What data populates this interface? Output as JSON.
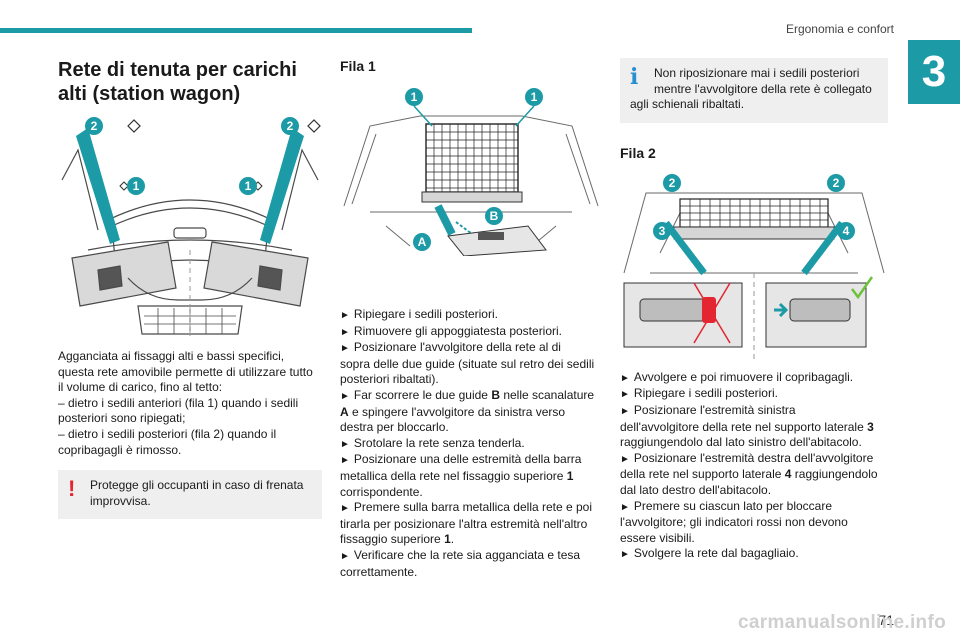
{
  "header": {
    "title": "Ergonomia e confort",
    "chapter": "3",
    "page_number": "71"
  },
  "watermark": "carmanualsonline.info",
  "col1": {
    "title_line1": "Rete di tenuta per carichi",
    "title_line2": "alti (station wagon)",
    "figure_labels": {
      "a": "2",
      "b": "2",
      "c": "1",
      "d": "1"
    },
    "body": [
      "Agganciata ai fissaggi alti e bassi specifici,",
      "questa rete amovibile permette di utilizzare tutto",
      "il volume di carico, fino al tetto:",
      "– dietro i sedili anteriori (fila 1) quando i sedili",
      "posteriori sono ripiegati;",
      "– dietro i sedili posteriori (fila 2) quando il",
      "copribagagli è rimosso."
    ],
    "warning": {
      "icon": "!",
      "lines": [
        "Protegge gli occupanti in caso di frenata",
        "improvvisa."
      ]
    }
  },
  "col2": {
    "heading": "Fila 1",
    "figure_labels": {
      "a": "1",
      "b": "1",
      "c": "B",
      "d": "A"
    },
    "steps": [
      {
        "arrow": "►",
        "t1": "Ripiegare i sedili posteriori."
      },
      {
        "arrow": "►",
        "t1": "Rimuovere gli appoggiatesta posteriori."
      },
      {
        "arrow": "►",
        "t1": "Posizionare l'avvolgitore della rete al di",
        "t2": "sopra delle due guide (situate sul retro dei sedili",
        "t3": "posteriori ribaltati)."
      },
      {
        "arrow": "►",
        "t1": "Far scorrere le due guide ",
        "b1": "B",
        "t2": " nelle scanalature",
        "b2": "A",
        "t3": " e spingere l'avvolgitore da sinistra verso",
        "t4": "destra per bloccarlo."
      },
      {
        "arrow": "►",
        "t1": "Srotolare la rete senza tenderla."
      },
      {
        "arrow": "►",
        "t1": "Posizionare una delle estremità della barra",
        "t2": "metallica della rete nel fissaggio superiore ",
        "b1": "1",
        "t3": "corrispondente."
      },
      {
        "arrow": "►",
        "t1": "Premere sulla barra metallica della rete e poi",
        "t2": "tirarla per posizionare l'altra estremità nell'altro",
        "t3": "fissaggio superiore ",
        "b1": "1",
        "t4": "."
      },
      {
        "arrow": "►",
        "t1": "Verificare che la rete sia agganciata e tesa",
        "t2": "correttamente."
      }
    ]
  },
  "col3": {
    "info": {
      "icon": "i",
      "line1": "Non riposizionare mai i sedili posteriori",
      "line2": "mentre l'avvolgitore della rete è collegato",
      "line3": "agli schienali ribaltati."
    },
    "heading": "Fila 2",
    "figure_labels": {
      "a": "2",
      "b": "2",
      "c": "3",
      "d": "4"
    },
    "steps": [
      {
        "arrow": "►",
        "t1": "Avvolgere e poi rimuovere il copribagagli."
      },
      {
        "arrow": "►",
        "t1": "Ripiegare i sedili posteriori."
      },
      {
        "arrow": "►",
        "t1": "Posizionare l'estremità sinistra",
        "t2": "dell'avvolgitore della rete nel supporto laterale ",
        "b1": "3",
        "t3": "raggiungendolo dal lato sinistro dell'abitacolo."
      },
      {
        "arrow": "►",
        "t1": "Posizionare l'estremità destra dell'avvolgitore",
        "t2": "della rete nel supporto laterale ",
        "b1": "4",
        "t3": " raggiungendolo",
        "t4": "dal lato destro dell'abitacolo."
      },
      {
        "arrow": "►",
        "t1": "Premere su ciascun lato per bloccare",
        "t2": "l'avvolgitore; gli indicatori rossi non devono",
        "t3": "essere visibili."
      },
      {
        "arrow": "►",
        "t1": "Svolgere la rete dal bagagliaio."
      }
    ]
  },
  "colors": {
    "accent": "#1c9aa6",
    "warning": "#e3262f",
    "info": "#2a8fd0",
    "ok": "#6cc23a"
  }
}
